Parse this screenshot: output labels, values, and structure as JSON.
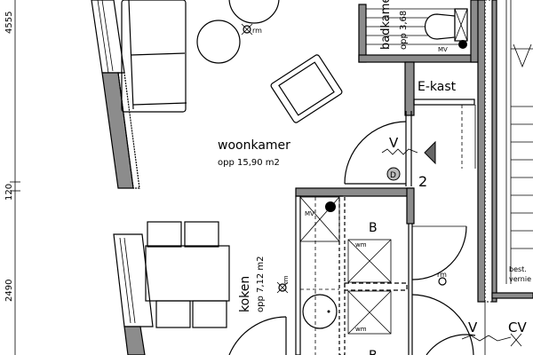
{
  "dimensions": {
    "top": "4555",
    "middle": "120",
    "bottom": "2490"
  },
  "rooms": {
    "living": {
      "name": "woonkamer",
      "area": "opp 15,90 m2"
    },
    "kitchen": {
      "name": "koken",
      "area": "opp 7,12 m2"
    },
    "bathroom": {
      "name": "badkamer",
      "area": "opp 3,68"
    },
    "meter_cupboard": {
      "name": "E-kast"
    },
    "storage": {
      "label": "B"
    },
    "storage_lower": {
      "label": "B"
    }
  },
  "symbols": {
    "smoke_detector": "rm",
    "ventilation": "MV",
    "washing_machine": "wm",
    "door_label": "D",
    "valve": "V",
    "heating": "CV",
    "number": "2"
  },
  "notes": {
    "line1": "best.",
    "line2": "vernie"
  },
  "colors": {
    "wall": "#8c8c8c",
    "line": "#000000",
    "background": "#ffffff"
  }
}
